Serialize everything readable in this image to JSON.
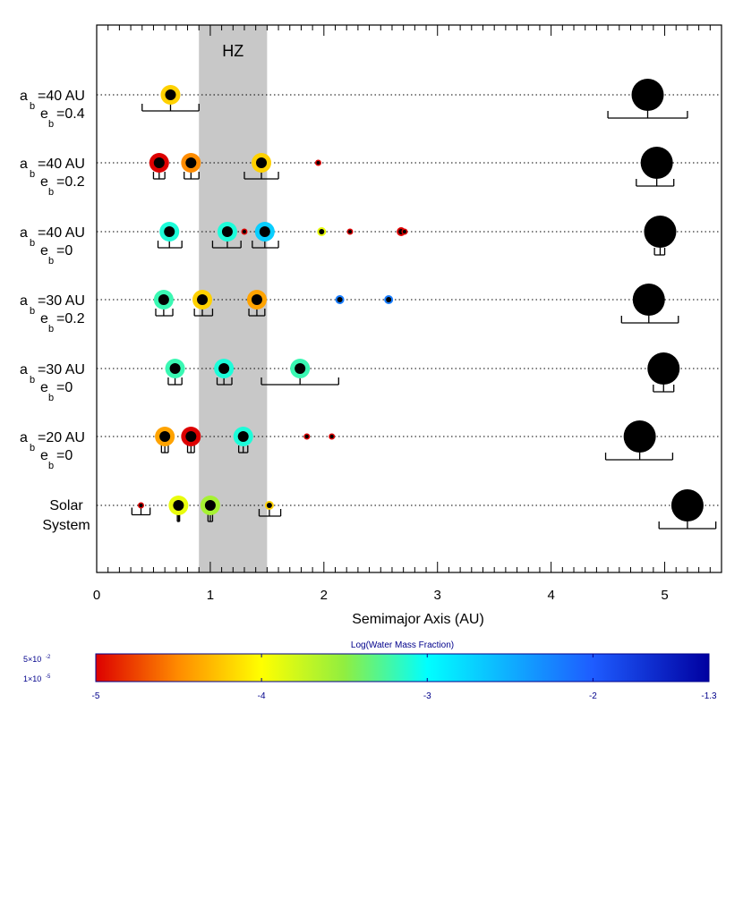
{
  "chart_data": {
    "type": "scatter",
    "xlabel": "Semimajor Axis (AU)",
    "xlim": [
      0,
      5.5
    ],
    "xticks": [
      "0",
      "1",
      "2",
      "3",
      "4",
      "5"
    ],
    "hz_label": "HZ",
    "hz_range": [
      0.9,
      1.5
    ],
    "rows": [
      {
        "id": "r1",
        "label_lines": [
          [
            "a",
            "b",
            "=40 AU"
          ],
          [
            "e",
            "b",
            "=0.4"
          ]
        ],
        "planets": [
          {
            "x": 0.65,
            "size": "large",
            "water": -4.2,
            "range": [
              0.4,
              0.9
            ]
          },
          {
            "x": 4.85,
            "size": "giant",
            "water": null,
            "range": [
              4.5,
              5.2
            ]
          }
        ]
      },
      {
        "id": "r2",
        "label_lines": [
          [
            "a",
            "b",
            "=40 AU"
          ],
          [
            "e",
            "b",
            "=0.2"
          ]
        ],
        "planets": [
          {
            "x": 0.55,
            "size": "large",
            "water": -5.0,
            "range": [
              0.5,
              0.6
            ]
          },
          {
            "x": 0.83,
            "size": "large",
            "water": -4.5,
            "range": [
              0.77,
              0.9
            ]
          },
          {
            "x": 1.45,
            "size": "large",
            "water": -4.2,
            "range": [
              1.3,
              1.6
            ]
          },
          {
            "x": 1.95,
            "size": "tiny",
            "water": -5.0,
            "range": null
          },
          {
            "x": 4.93,
            "size": "giant",
            "water": null,
            "range": [
              4.75,
              5.08
            ]
          }
        ]
      },
      {
        "id": "r3",
        "label_lines": [
          [
            "a",
            "b",
            "=40 AU"
          ],
          [
            "e",
            "b",
            "=0"
          ]
        ],
        "planets": [
          {
            "x": 0.64,
            "size": "large",
            "water": -3.1,
            "range": [
              0.54,
              0.75
            ]
          },
          {
            "x": 1.15,
            "size": "large",
            "water": -3.1,
            "range": [
              1.02,
              1.27
            ]
          },
          {
            "x": 1.3,
            "size": "tiny",
            "water": -5.0,
            "range": null
          },
          {
            "x": 1.48,
            "size": "large",
            "water": -2.7,
            "range": [
              1.37,
              1.6
            ]
          },
          {
            "x": 1.98,
            "size": "small",
            "water": -3.9,
            "range": null
          },
          {
            "x": 2.23,
            "size": "tiny",
            "water": -5.0,
            "range": null
          },
          {
            "x": 2.68,
            "size": "small",
            "water": -5.0,
            "range": null
          },
          {
            "x": 2.71,
            "size": "tiny",
            "water": -5.0,
            "range": null
          },
          {
            "x": 4.96,
            "size": "giant",
            "water": null,
            "range": [
              4.91,
              5.0
            ]
          }
        ]
      },
      {
        "id": "r4",
        "label_lines": [
          [
            "a",
            "b",
            "=30 AU"
          ],
          [
            "e",
            "b",
            "=0.2"
          ]
        ],
        "planets": [
          {
            "x": 0.59,
            "size": "large",
            "water": -3.2,
            "range": [
              0.52,
              0.67
            ]
          },
          {
            "x": 0.93,
            "size": "large",
            "water": -4.2,
            "range": [
              0.86,
              1.02
            ]
          },
          {
            "x": 1.41,
            "size": "large",
            "water": -4.4,
            "range": [
              1.34,
              1.48
            ]
          },
          {
            "x": 2.14,
            "size": "small",
            "water": -2.2,
            "range": null
          },
          {
            "x": 2.57,
            "size": "small",
            "water": -2.2,
            "range": null
          },
          {
            "x": 4.86,
            "size": "giant",
            "water": null,
            "range": [
              4.62,
              5.12
            ]
          }
        ]
      },
      {
        "id": "r5",
        "label_lines": [
          [
            "a",
            "b",
            "=30 AU"
          ],
          [
            "e",
            "b",
            "=0"
          ]
        ],
        "planets": [
          {
            "x": 0.69,
            "size": "large",
            "water": -3.2,
            "range": [
              0.63,
              0.75
            ]
          },
          {
            "x": 1.12,
            "size": "large",
            "water": -3.1,
            "range": [
              1.06,
              1.19
            ]
          },
          {
            "x": 1.79,
            "size": "large",
            "water": -3.2,
            "range": [
              1.45,
              2.13
            ]
          },
          {
            "x": 4.99,
            "size": "giant",
            "water": null,
            "range": [
              4.9,
              5.08
            ]
          }
        ]
      },
      {
        "id": "r6",
        "label_lines": [
          [
            "a",
            "b",
            "=20 AU"
          ],
          [
            "e",
            "b",
            "=0"
          ]
        ],
        "planets": [
          {
            "x": 0.6,
            "size": "large",
            "water": -4.4,
            "range": [
              0.57,
              0.63
            ]
          },
          {
            "x": 0.83,
            "size": "large",
            "water": -5.0,
            "range": [
              0.8,
              0.86
            ]
          },
          {
            "x": 1.29,
            "size": "large",
            "water": -3.1,
            "range": [
              1.25,
              1.33
            ]
          },
          {
            "x": 1.85,
            "size": "tiny",
            "water": -5.0,
            "range": null
          },
          {
            "x": 2.07,
            "size": "tiny",
            "water": -5.0,
            "range": null
          },
          {
            "x": 4.78,
            "size": "giant",
            "water": null,
            "range": [
              4.48,
              5.07
            ]
          }
        ]
      },
      {
        "id": "r7",
        "label_lines": [
          [
            "Solar"
          ],
          [
            "System"
          ]
        ],
        "planets": [
          {
            "x": 0.39,
            "size": "tiny",
            "water": -5.0,
            "range": [
              0.31,
              0.47
            ]
          },
          {
            "x": 0.72,
            "size": "large",
            "water": -3.9,
            "range": [
              0.71,
              0.73
            ]
          },
          {
            "x": 1.0,
            "size": "large",
            "water": -3.6,
            "range": [
              0.98,
              1.02
            ]
          },
          {
            "x": 1.52,
            "size": "small",
            "water": -4.2,
            "range": [
              1.43,
              1.62
            ]
          },
          {
            "x": 5.2,
            "size": "giant",
            "water": null,
            "range": [
              4.95,
              5.45
            ]
          }
        ]
      }
    ],
    "colorbar": {
      "title": "Log(Water Mass Fraction)",
      "range": [
        -5,
        -1.3
      ],
      "ticks": [
        "-5",
        "-4",
        "-3",
        "-2",
        "-1.3"
      ],
      "side_labels": [
        [
          "5×10",
          "-2"
        ],
        [
          "1×10",
          "-5"
        ]
      ],
      "stops": [
        {
          "v": -5.0,
          "color": "#dd0000"
        },
        {
          "v": -4.5,
          "color": "#ff8c00"
        },
        {
          "v": -4.0,
          "color": "#ffff00"
        },
        {
          "v": -3.5,
          "color": "#90ee40"
        },
        {
          "v": -3.0,
          "color": "#00ffff"
        },
        {
          "v": -2.0,
          "color": "#1e5cff"
        },
        {
          "v": -1.3,
          "color": "#0000a0"
        }
      ]
    }
  },
  "colors": {
    "hz": "#c8c8c8",
    "core": "#000000",
    "colorbar_text": "#00008b"
  }
}
